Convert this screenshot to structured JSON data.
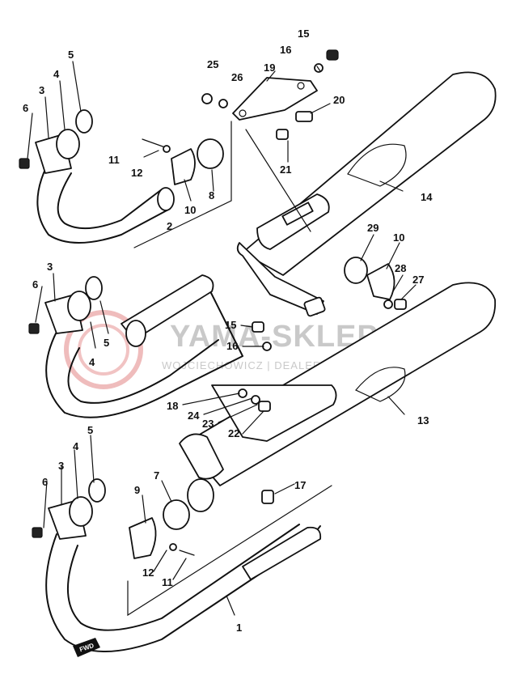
{
  "watermark": {
    "main": "YAMA-SKLEP.PL",
    "sub": "WOJCIECHOWICZ | DEALER YAMAHA",
    "color": "#d04040"
  },
  "fwd_label": "FWD",
  "callouts": [
    "1",
    "2",
    "3",
    "3",
    "3",
    "4",
    "4",
    "4",
    "5",
    "5",
    "5",
    "6",
    "6",
    "6",
    "7",
    "8",
    "9",
    "10",
    "10",
    "11",
    "11",
    "12",
    "12",
    "13",
    "14",
    "15",
    "15",
    "16",
    "16",
    "17",
    "18",
    "19",
    "20",
    "21",
    "22",
    "23",
    "24",
    "25",
    "26",
    "27",
    "28",
    "29"
  ]
}
